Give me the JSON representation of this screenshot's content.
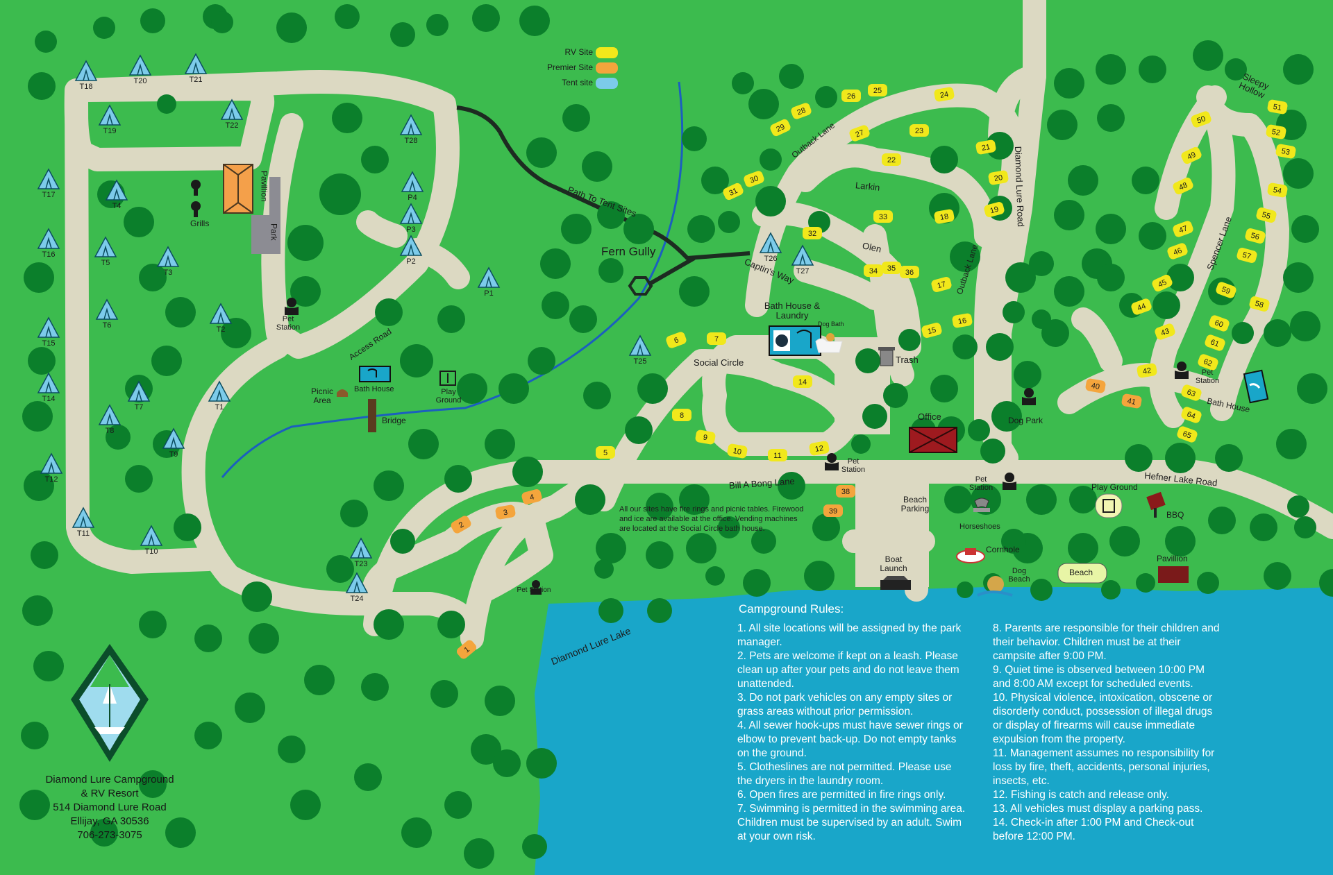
{
  "title": "Diamond Lure Campground & RV Resort",
  "colors": {
    "grass": "#3cbb4e",
    "tree": "#0b7f2b",
    "road": "#dcd9c2",
    "lake": "#19a6c9",
    "rv": "#f1e81b",
    "premier": "#f4a53c",
    "tent": "#7ccbea",
    "path": "#1d2b21",
    "creek": "#1b5fbf",
    "dark": "#0b4d2a"
  },
  "legend": [
    {
      "label": "RV Site",
      "color": "#f1e81b"
    },
    {
      "label": "Premier Site",
      "color": "#f4a53c"
    },
    {
      "label": "Tent site",
      "color": "#7ccbea"
    }
  ],
  "roads": {
    "access": "Access Road",
    "path_tent": "Path To Tent Sites",
    "outback_top": "Outback Lane",
    "larkin": "Larkin",
    "olen": "Olen",
    "captins": "Captin's Way",
    "outback_side": "Outback Lane",
    "diamond_rd": "Diamond Lure Road",
    "spencer": "Spencer Lane",
    "sleepy": "Sleepy Hollow",
    "social": "Social Circle",
    "bill": "Bill A Bong Lane",
    "hefner": "Hefner Lake Road"
  },
  "places": {
    "fern_gully": "Fern Gully",
    "pavillion_top": "Pavillion",
    "park": "Park",
    "grills": "Grills",
    "pet_station": "Pet Station",
    "picnic": "Picnic Area",
    "bath_left": "Bath House",
    "play_left": "Play Ground",
    "bridge": "Bridge",
    "bath_laundry": "Bath House & Laundry",
    "dog_bath": "Dog Bath",
    "trash": "Trash",
    "office": "Office",
    "dog_park": "Dog Park",
    "bath_right": "Bath House",
    "beach_parking": "Beach Parking",
    "boat_launch": "Boat Launch",
    "horseshoes": "Horseshoes",
    "cornhole": "Cornhole",
    "dog_beach": "Dog Beach",
    "beach": "Beach",
    "play_right": "Play Ground",
    "bbq": "BBQ",
    "pavillion_bottom": "Pavillion",
    "lake": "Diamond Lure Lake"
  },
  "sites": {
    "rv": [
      "5",
      "6",
      "7",
      "8",
      "9",
      "10",
      "11",
      "12",
      "14",
      "15",
      "16",
      "17",
      "18",
      "19",
      "20",
      "21",
      "22",
      "23",
      "24",
      "25",
      "26",
      "27",
      "28",
      "29",
      "30",
      "31",
      "32",
      "33",
      "34",
      "35",
      "36",
      "42",
      "43",
      "44",
      "45",
      "46",
      "47",
      "48",
      "49",
      "50",
      "51",
      "52",
      "53",
      "54",
      "55",
      "56",
      "57",
      "58",
      "59",
      "60",
      "61",
      "62",
      "63",
      "64",
      "65"
    ],
    "premier": [
      "1",
      "2",
      "3",
      "4",
      "38",
      "39",
      "40",
      "41"
    ],
    "tent": [
      "T1",
      "T2",
      "T3",
      "T4",
      "T5",
      "T6",
      "T7",
      "T8",
      "T9",
      "T10",
      "T11",
      "T12",
      "T14",
      "T15",
      "T16",
      "T17",
      "T18",
      "T19",
      "T20",
      "T21",
      "T22",
      "T23",
      "T24",
      "T25",
      "T26",
      "T27",
      "T28",
      "P1",
      "P2",
      "P3",
      "P4"
    ]
  },
  "info_text": "All our sites have fire rings and picnic tables.  Firewood and ice are available at the office.  Vending machines are located at the Social Circle bath house.",
  "rules_title": "Campground Rules:",
  "rules_left": [
    "1.  All site locations will be assigned by the park manager.",
    "2.  Pets are welcome if kept on a leash. Please clean up after your pets and do not leave them unattended.",
    "3.  Do not park vehicles on any empty sites or grass areas without prior permission.",
    "4.  All sewer hook-ups must have sewer rings or elbow to prevent back-up.  Do not empty tanks on the ground.",
    "5.  Clotheslines are not permitted.  Please use the dryers in the laundry room.",
    "6.  Open fires are permitted in fire rings only.",
    "7.  Swimming is permitted in the swimming area.  Children must be supervised by an adult.  Swim at your own risk."
  ],
  "rules_right": [
    "8.  Parents are responsible for their children and their behavior.  Children must be at their campsite after 9:00 PM.",
    "9.  Quiet time is observed between 10:00 PM and 8:00 AM except for scheduled events.",
    "10.  Physical violence, intoxication, obscene or disorderly conduct, possession of illegal drugs or display of firearms will cause immediate expulsion from the property.",
    "11.  Management assumes no responsibility for loss by fire, theft, accidents, personal injuries, insects, etc.",
    "12.  Fishing is catch and release only.",
    "13.  All vehicles must display a parking pass.",
    "14.  Check-in after 1:00 PM and Check-out before 12:00 PM."
  ],
  "address": [
    "Diamond Lure Campground",
    "& RV Resort",
    "514 Diamond Lure Road",
    "Ellijay, GA 30536",
    "706-273-3075"
  ]
}
